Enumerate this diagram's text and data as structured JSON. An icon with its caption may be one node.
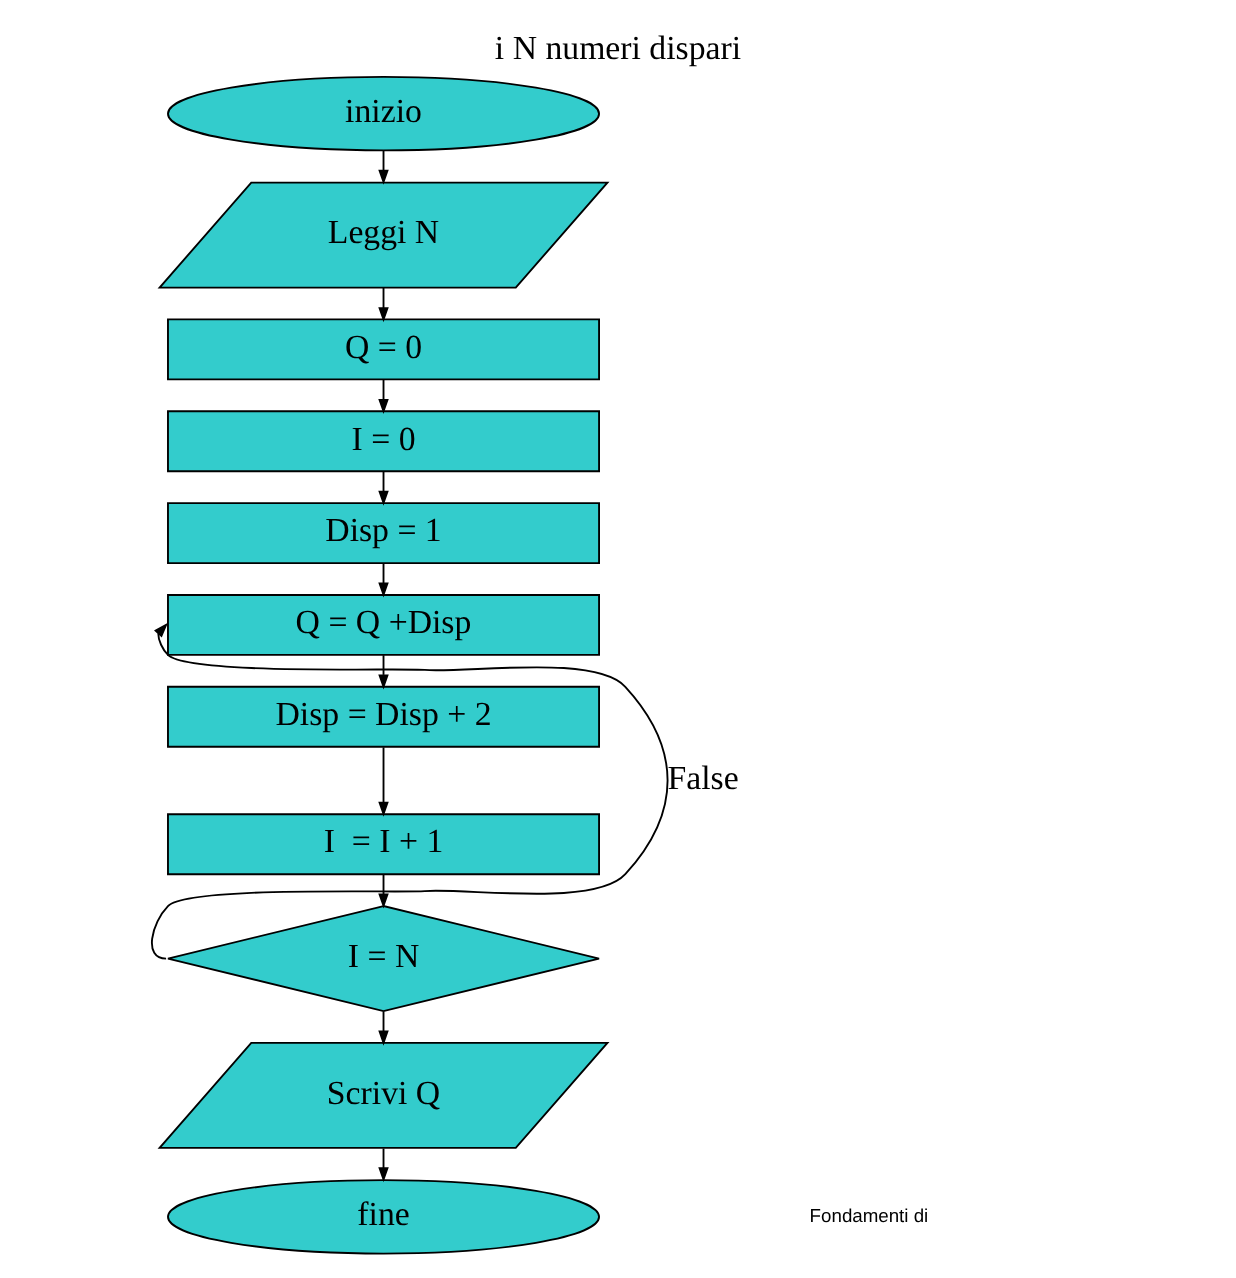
{
  "diagram": {
    "title": "i N numeri dispari",
    "nodes": [
      {
        "text": [
          "inizio"
        ]
      },
      {
        "text": [
          "Leggi N"
        ]
      },
      {
        "text": [
          "Q = 0"
        ]
      },
      {
        "text": [
          "I = 0"
        ]
      },
      {
        "text": [
          "Disp = 1"
        ]
      },
      {
        "text": [
          "Q = Q +Disp"
        ]
      },
      {
        "text": [
          "Disp = Disp + 2"
        ]
      },
      {
        "text": [
          "I  = I + 1"
        ]
      },
      {
        "text": [
          "I = N"
        ]
      },
      {
        "text": [
          "Scrivi Q"
        ]
      },
      {
        "text": [
          "fine"
        ]
      }
    ],
    "edges": [
      {
        "from": 0,
        "to": 1,
        "arrow": "to"
      },
      {
        "from": 1,
        "to": 2,
        "arrow": "to"
      },
      {
        "from": 2,
        "to": 3,
        "arrow": "to"
      },
      {
        "from": 3,
        "to": 4,
        "arrow": "to"
      },
      {
        "from": 4,
        "to": 5,
        "arrow": "to"
      },
      {
        "from": 5,
        "to": 6,
        "arrow": "to"
      },
      {
        "from": 6,
        "to": 7,
        "arrow": "to"
      },
      {
        "from": 7,
        "to": 8,
        "arrow": "to"
      },
      {
        "from": 8,
        "to": 9,
        "arrow": "to"
      },
      {
        "from": 8,
        "to": 5,
        "arrow": "to",
        "label": "False"
      },
      {
        "from": 9,
        "to": 10,
        "arrow": "to"
      }
    ],
    "labels": [
      "Fondamenti di"
    ]
  }
}
